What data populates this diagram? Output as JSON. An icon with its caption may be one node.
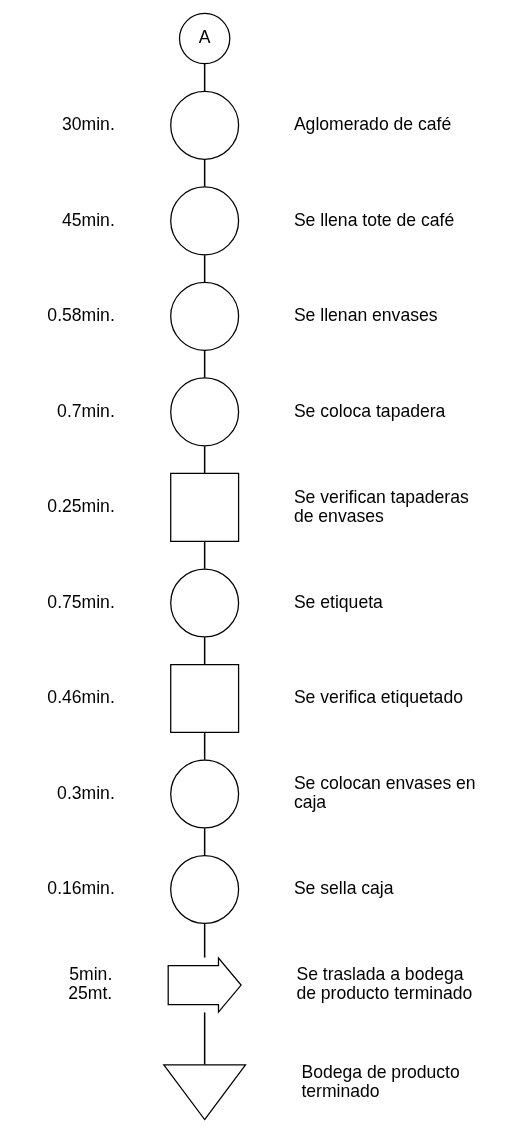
{
  "diagram": {
    "nodes": [
      {
        "text": [
          "A"
        ]
      },
      {
        "text": [],
        "shape": "circle",
        "beside": [
          "30min.",
          "Aglomerado de café"
        ]
      },
      {
        "text": [],
        "shape": "circle",
        "beside": [
          "45min.",
          "Se llena tote de café"
        ]
      },
      {
        "text": [],
        "shape": "circle",
        "beside": [
          "0.58min.",
          "Se llenan envases"
        ]
      },
      {
        "text": [],
        "shape": "circle",
        "beside": [
          "0.7min.",
          "Se coloca tapadera"
        ]
      },
      {
        "text": [],
        "shape": "box",
        "beside": [
          "0.25min.",
          "Se verifican tapaderas de envases"
        ]
      },
      {
        "text": [],
        "shape": "circle",
        "beside": [
          "0.75min.",
          "Se etiqueta"
        ]
      },
      {
        "text": [],
        "shape": "box",
        "beside": [
          "0.46min.",
          "Se verifica etiquetado"
        ]
      },
      {
        "text": [],
        "shape": "circle",
        "beside": [
          "0.3min.",
          "Se colocan envases en caja"
        ]
      },
      {
        "text": [],
        "shape": "circle",
        "beside": [
          "0.16min.",
          "Se sella caja"
        ]
      },
      {
        "text": [],
        "shape": "arrow",
        "beside": [
          "5min. 25mt.",
          "Se traslada a bodega de producto terminado"
        ]
      },
      {
        "text": [],
        "shape": "triangle",
        "beside": [
          "Bodega de producto terminado"
        ]
      }
    ],
    "edges": [
      {
        "from": 0,
        "to": 1,
        "arrow": "none"
      },
      {
        "from": 1,
        "to": 2,
        "arrow": "none"
      },
      {
        "from": 2,
        "to": 3,
        "arrow": "none"
      },
      {
        "from": 3,
        "to": 4,
        "arrow": "none"
      },
      {
        "from": 4,
        "to": 5,
        "arrow": "none"
      },
      {
        "from": 5,
        "to": 6,
        "arrow": "none"
      },
      {
        "from": 6,
        "to": 7,
        "arrow": "none"
      },
      {
        "from": 7,
        "to": 8,
        "arrow": "none"
      },
      {
        "from": 8,
        "to": 9,
        "arrow": "none"
      },
      {
        "from": 9,
        "to": 10,
        "arrow": "none"
      },
      {
        "from": 10,
        "to": 11,
        "arrow": "none"
      }
    ]
  }
}
